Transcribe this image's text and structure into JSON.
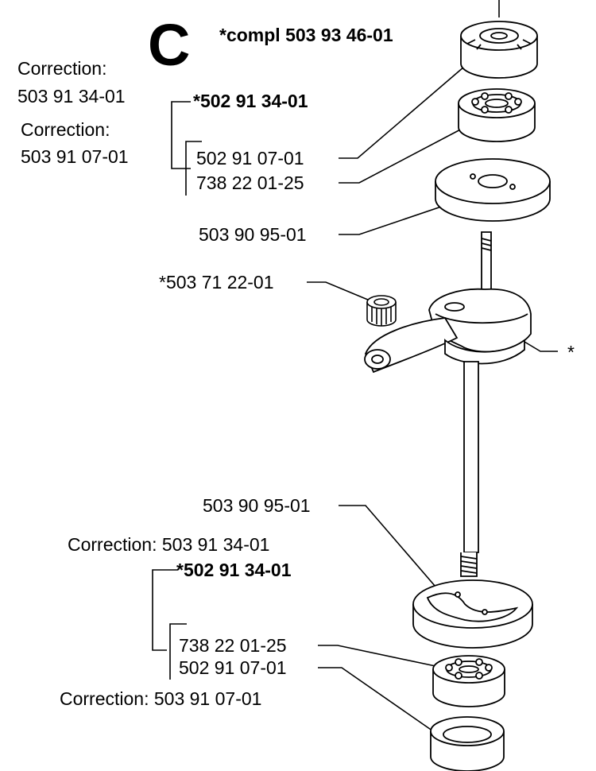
{
  "section_letter": "C",
  "compl_label": "*compl 503 93 46-01",
  "top": {
    "correction_label_1": "Correction:",
    "correction_value_1": "503 91 34-01",
    "group_part": "*502 91 34-01",
    "correction_label_2": "Correction:",
    "correction_value_2": "503 91 07-01",
    "seal_part": "502 91 07-01",
    "bearing_part": "738 22 01-25",
    "cover_part": "503 90 95-01"
  },
  "needle_bearing_part": "*503 71 22-01",
  "crankshaft_marker": "*",
  "bottom": {
    "cover_part": "503 90 95-01",
    "correction_1": "Correction: 503 91 34-01",
    "group_part": "*502 91 34-01",
    "bearing_part": "738 22 01-25",
    "seal_part": "502 91 07-01",
    "correction_2": "Correction: 503 91 07-01"
  }
}
